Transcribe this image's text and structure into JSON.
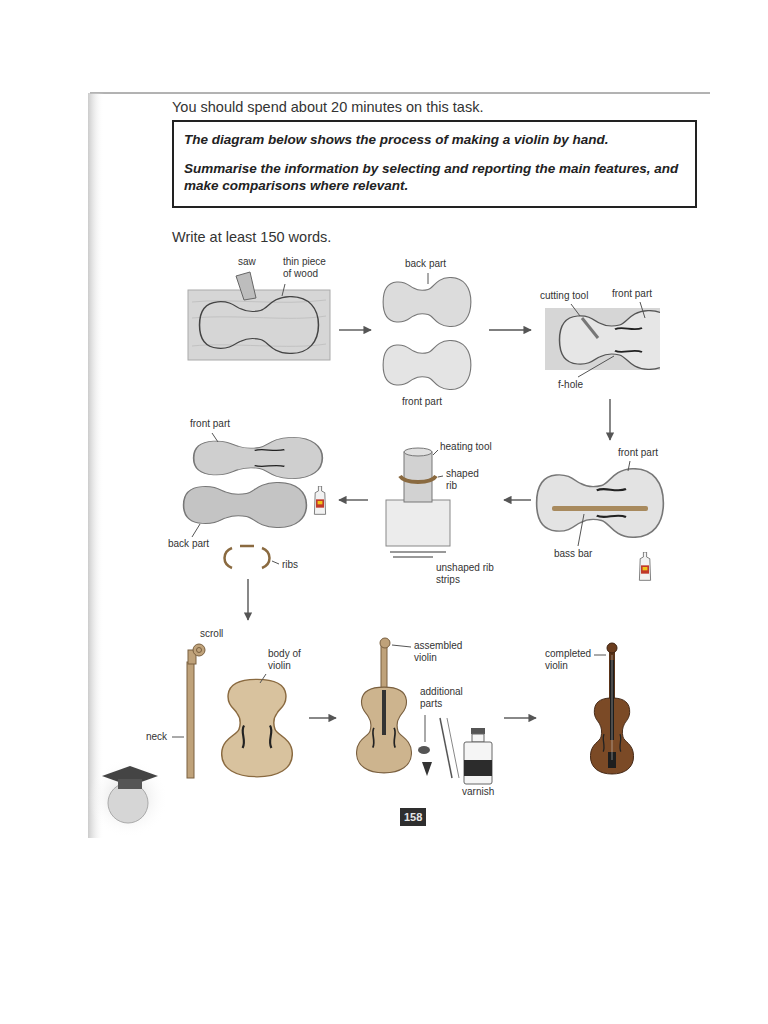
{
  "diagram": {
    "nodes": [
      {
        "text": [
          "The diagram below shows the process of making a violin by hand.",
          "Summarise the information by selecting and reporting the main features, and make comparisons where relevant."
        ]
      },
      {
        "text": [
          "saw",
          "thin piece of wood"
        ]
      },
      {
        "text": [
          "back part",
          "front part"
        ]
      },
      {
        "text": [
          "cutting tool",
          "front part",
          "f-hole"
        ]
      },
      {
        "text": [
          "front part",
          "bass bar"
        ]
      },
      {
        "text": [
          "heating tool",
          "shaped rib",
          "unshaped rib strips"
        ]
      },
      {
        "text": [
          "front part",
          "back part",
          "ribs"
        ]
      },
      {
        "text": [
          "scroll",
          "body of violin",
          "neck"
        ]
      },
      {
        "text": [
          "assembled violin",
          "additional parts",
          "varnish"
        ]
      },
      {
        "text": [
          "completed violin"
        ]
      }
    ],
    "edges": [
      {
        "from": 1,
        "to": 2,
        "arrow": "to"
      },
      {
        "from": 2,
        "to": 3,
        "arrow": "to"
      },
      {
        "from": 3,
        "to": 4,
        "arrow": "to"
      },
      {
        "from": 4,
        "to": 5,
        "arrow": "to"
      },
      {
        "from": 5,
        "to": 6,
        "arrow": "to"
      },
      {
        "from": 6,
        "to": 7,
        "arrow": "to"
      },
      {
        "from": 7,
        "to": 8,
        "arrow": "to"
      },
      {
        "from": 8,
        "to": 9,
        "arrow": "to"
      }
    ],
    "labels": [
      "You should spend about 20 minutes on this task.",
      "Write at least 150 words.",
      "158"
    ]
  }
}
